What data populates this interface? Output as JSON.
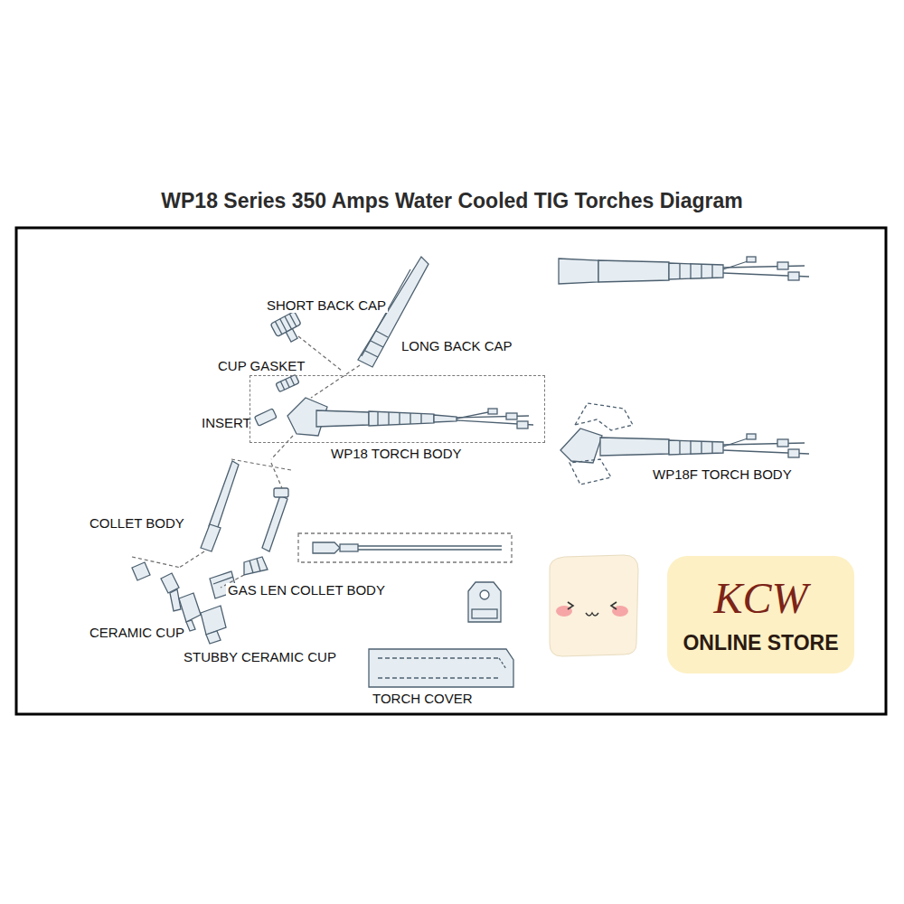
{
  "diagram": {
    "title": "WP18 Series 350 Amps Water Cooled TIG Torches Diagram",
    "nodes": [
      {
        "text": [
          "WP18 TORCH BODY"
        ]
      },
      {
        "text": [
          "KCW",
          "ONLINE STORE"
        ]
      }
    ],
    "labels": [
      "SHORT BACK CAP",
      "LONG BACK CAP",
      "CUP GASKET",
      "INSERT",
      "WP18F TORCH BODY",
      "COLLET BODY",
      "GAS LEN COLLET BODY",
      "CERAMIC CUP",
      "STUBBY CERAMIC CUP",
      "TORCH COVER"
    ]
  }
}
